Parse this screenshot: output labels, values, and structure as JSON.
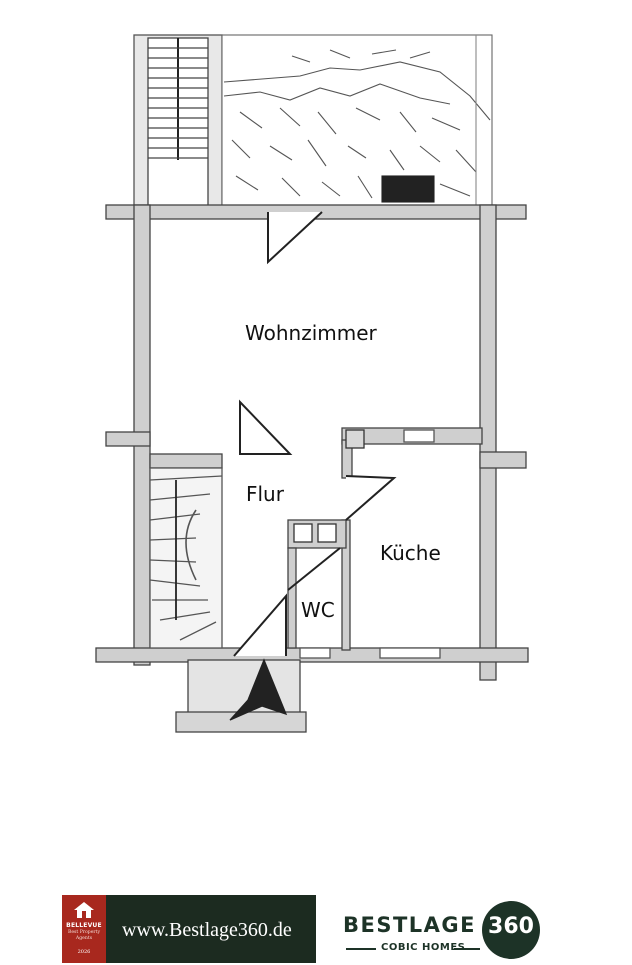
{
  "floorplan": {
    "rooms": {
      "wohnzimmer": "Wohnzimmer",
      "flur": "Flur",
      "kueche": "Küche",
      "wc": "WC"
    }
  },
  "footer": {
    "badge": {
      "line1": "BELLEVUE",
      "line2": "Best Property Agents",
      "year": "2026"
    },
    "url": "www.Bestlage360.de",
    "brand": {
      "name": "BESTLAGE",
      "number": "360",
      "subtitle": "COBIC HOMES"
    }
  }
}
